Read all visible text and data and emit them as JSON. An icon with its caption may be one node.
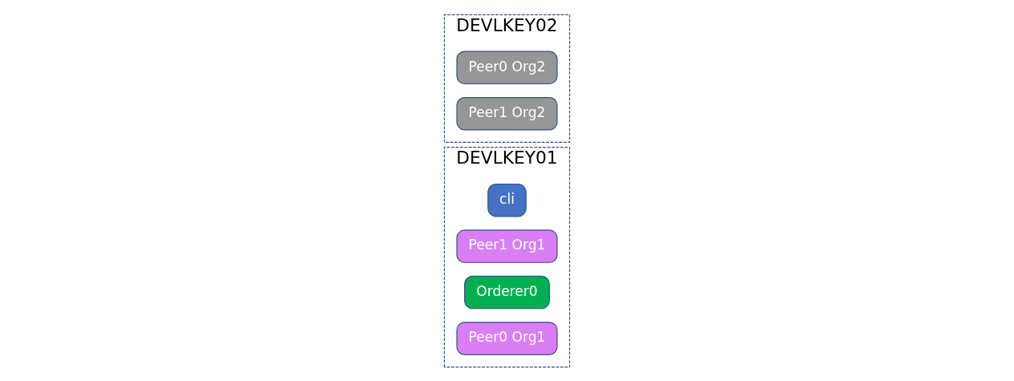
{
  "diagram": {
    "nodes": [
      {
        "text": [
          "DEVLKEY01"
        ]
      },
      {
        "text": [
          "cli"
        ],
        "in": 0
      },
      {
        "text": [
          "Peer1 Org1"
        ],
        "in": 0
      },
      {
        "text": [
          "Orderer0"
        ],
        "in": 0
      },
      {
        "text": [
          "Peer0 Org1"
        ],
        "in": 0
      },
      {
        "text": [
          "DEVLKEY02"
        ]
      },
      {
        "text": [
          "Peer0 Org2"
        ],
        "in": 5
      },
      {
        "text": [
          "Peer1 Org2"
        ],
        "in": 5
      }
    ]
  }
}
